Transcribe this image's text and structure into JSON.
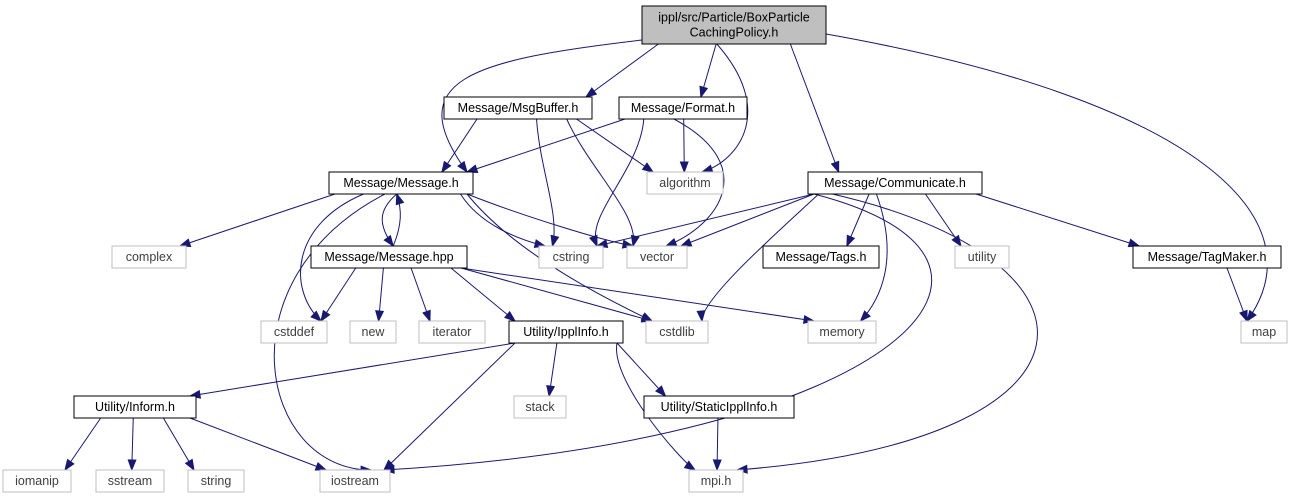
{
  "diagram": {
    "type": "include-dependency-graph",
    "colors": {
      "edge": "#191970",
      "root_fill": "#bfbfbf",
      "local_border": "#000000",
      "external_border": "#bfbfbf",
      "external_text": "#404040"
    },
    "nodes": [
      {
        "id": "root",
        "kind": "root",
        "lines": [
          "ippl/src/Particle/BoxParticle",
          "CachingPolicy.h"
        ]
      },
      {
        "id": "msgbuffer",
        "kind": "local",
        "lines": [
          "Message/MsgBuffer.h"
        ]
      },
      {
        "id": "format",
        "kind": "local",
        "lines": [
          "Message/Format.h"
        ]
      },
      {
        "id": "message",
        "kind": "local",
        "lines": [
          "Message/Message.h"
        ]
      },
      {
        "id": "algorithm",
        "kind": "external",
        "lines": [
          "algorithm"
        ]
      },
      {
        "id": "communicate",
        "kind": "local",
        "lines": [
          "Message/Communicate.h"
        ]
      },
      {
        "id": "map",
        "kind": "external",
        "lines": [
          "map"
        ]
      },
      {
        "id": "complex",
        "kind": "external",
        "lines": [
          "complex"
        ]
      },
      {
        "id": "messagehpp",
        "kind": "local",
        "lines": [
          "Message/Message.hpp"
        ]
      },
      {
        "id": "cstring",
        "kind": "external",
        "lines": [
          "cstring"
        ]
      },
      {
        "id": "vector",
        "kind": "external",
        "lines": [
          "vector"
        ]
      },
      {
        "id": "tags",
        "kind": "local",
        "lines": [
          "Message/Tags.h"
        ]
      },
      {
        "id": "utility",
        "kind": "external",
        "lines": [
          "utility"
        ]
      },
      {
        "id": "tagmaker",
        "kind": "local",
        "lines": [
          "Message/TagMaker.h"
        ]
      },
      {
        "id": "cstddef",
        "kind": "external",
        "lines": [
          "cstddef"
        ]
      },
      {
        "id": "new",
        "kind": "external",
        "lines": [
          "new"
        ]
      },
      {
        "id": "iterator",
        "kind": "external",
        "lines": [
          "iterator"
        ]
      },
      {
        "id": "ipplinfo",
        "kind": "local",
        "lines": [
          "Utility/IpplInfo.h"
        ]
      },
      {
        "id": "cstdlib",
        "kind": "external",
        "lines": [
          "cstdlib"
        ]
      },
      {
        "id": "memory",
        "kind": "external",
        "lines": [
          "memory"
        ]
      },
      {
        "id": "inform",
        "kind": "local",
        "lines": [
          "Utility/Inform.h"
        ]
      },
      {
        "id": "stack",
        "kind": "external",
        "lines": [
          "stack"
        ]
      },
      {
        "id": "staticipplinfo",
        "kind": "local",
        "lines": [
          "Utility/StaticIpplInfo.h"
        ]
      },
      {
        "id": "iomanip",
        "kind": "external",
        "lines": [
          "iomanip"
        ]
      },
      {
        "id": "sstream",
        "kind": "external",
        "lines": [
          "sstream"
        ]
      },
      {
        "id": "string",
        "kind": "external",
        "lines": [
          "string"
        ]
      },
      {
        "id": "iostream",
        "kind": "external",
        "lines": [
          "iostream"
        ]
      },
      {
        "id": "mpih",
        "kind": "external",
        "lines": [
          "mpi.h"
        ]
      }
    ],
    "edges": [
      {
        "from": "root",
        "to": "message"
      },
      {
        "from": "root",
        "to": "msgbuffer"
      },
      {
        "from": "root",
        "to": "format"
      },
      {
        "from": "root",
        "to": "algorithm"
      },
      {
        "from": "root",
        "to": "communicate"
      },
      {
        "from": "root",
        "to": "map"
      },
      {
        "from": "msgbuffer",
        "to": "message"
      },
      {
        "from": "msgbuffer",
        "to": "algorithm"
      },
      {
        "from": "msgbuffer",
        "to": "cstring"
      },
      {
        "from": "msgbuffer",
        "to": "vector"
      },
      {
        "from": "format",
        "to": "message"
      },
      {
        "from": "format",
        "to": "algorithm"
      },
      {
        "from": "format",
        "to": "cstring"
      },
      {
        "from": "format",
        "to": "vector"
      },
      {
        "from": "message",
        "to": "complex"
      },
      {
        "from": "message",
        "to": "messagehpp"
      },
      {
        "from": "message",
        "to": "cstddef"
      },
      {
        "from": "message",
        "to": "cstring"
      },
      {
        "from": "message",
        "to": "vector"
      },
      {
        "from": "message",
        "to": "cstdlib"
      },
      {
        "from": "message",
        "to": "iostream"
      },
      {
        "from": "messagehpp",
        "to": "message"
      },
      {
        "from": "messagehpp",
        "to": "cstddef"
      },
      {
        "from": "messagehpp",
        "to": "new"
      },
      {
        "from": "messagehpp",
        "to": "iterator"
      },
      {
        "from": "messagehpp",
        "to": "ipplinfo"
      },
      {
        "from": "messagehpp",
        "to": "cstdlib"
      },
      {
        "from": "messagehpp",
        "to": "memory"
      },
      {
        "from": "communicate",
        "to": "cstring"
      },
      {
        "from": "communicate",
        "to": "vector"
      },
      {
        "from": "communicate",
        "to": "tags"
      },
      {
        "from": "communicate",
        "to": "utility"
      },
      {
        "from": "communicate",
        "to": "tagmaker"
      },
      {
        "from": "communicate",
        "to": "cstdlib"
      },
      {
        "from": "communicate",
        "to": "memory"
      },
      {
        "from": "communicate",
        "to": "iostream"
      },
      {
        "from": "communicate",
        "to": "mpih"
      },
      {
        "from": "tagmaker",
        "to": "map"
      },
      {
        "from": "ipplinfo",
        "to": "inform"
      },
      {
        "from": "ipplinfo",
        "to": "stack"
      },
      {
        "from": "ipplinfo",
        "to": "staticipplinfo"
      },
      {
        "from": "ipplinfo",
        "to": "iostream"
      },
      {
        "from": "ipplinfo",
        "to": "mpih"
      },
      {
        "from": "staticipplinfo",
        "to": "mpih"
      },
      {
        "from": "inform",
        "to": "iomanip"
      },
      {
        "from": "inform",
        "to": "sstream"
      },
      {
        "from": "inform",
        "to": "string"
      },
      {
        "from": "inform",
        "to": "iostream"
      }
    ]
  }
}
